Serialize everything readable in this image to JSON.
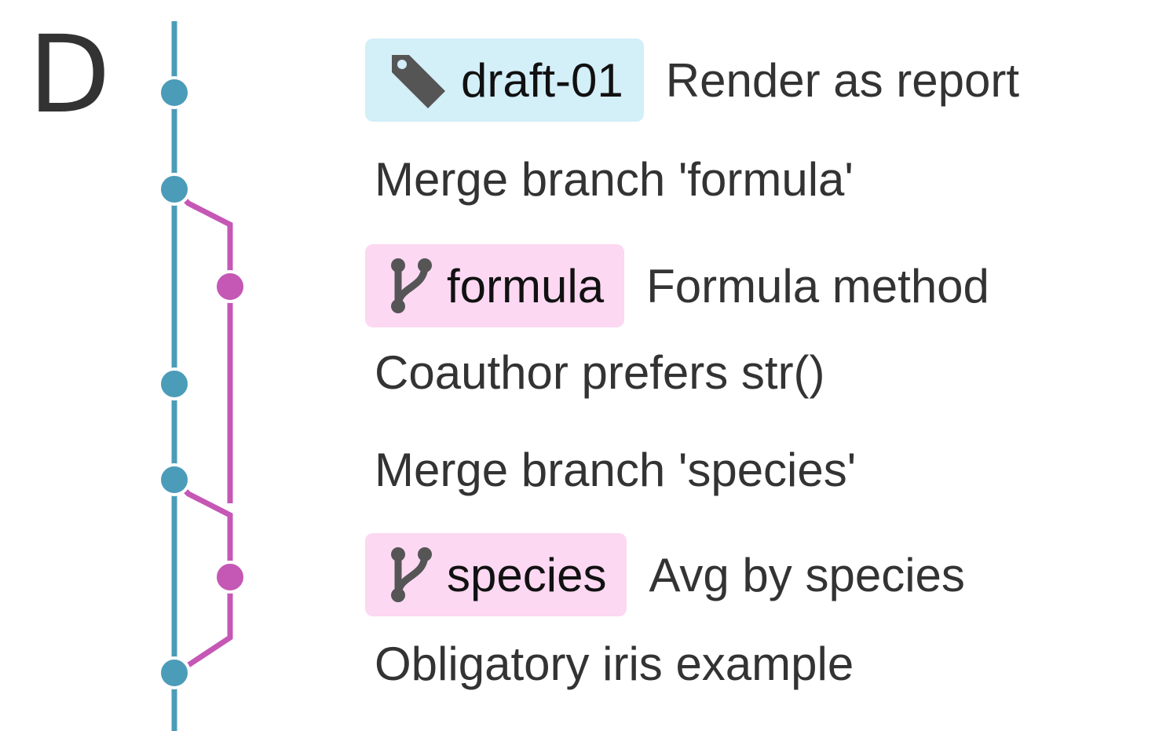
{
  "panel": {
    "label": "D"
  },
  "colors": {
    "main_branch": "#4b9cb8",
    "side_branch": "#c557b5",
    "tag_bg": "#d3eff8",
    "branch_bg": "#fcd8f2",
    "icon": "#555555"
  },
  "commits": [
    {
      "lane": "main",
      "ref": {
        "type": "tag",
        "name": "draft-01",
        "icon": "tag-icon"
      },
      "message": "Render as report"
    },
    {
      "lane": "main",
      "ref": null,
      "message": "Merge branch 'formula'"
    },
    {
      "lane": "side",
      "ref": {
        "type": "branch",
        "name": "formula",
        "icon": "branch-icon"
      },
      "message": "Formula method"
    },
    {
      "lane": "main",
      "ref": null,
      "message": "Coauthor prefers str()"
    },
    {
      "lane": "main",
      "ref": null,
      "message": "Merge branch 'species'"
    },
    {
      "lane": "side",
      "ref": {
        "type": "branch",
        "name": "species",
        "icon": "branch-icon"
      },
      "message": "Avg by species"
    },
    {
      "lane": "main",
      "ref": null,
      "message": "Obligatory iris example"
    }
  ]
}
